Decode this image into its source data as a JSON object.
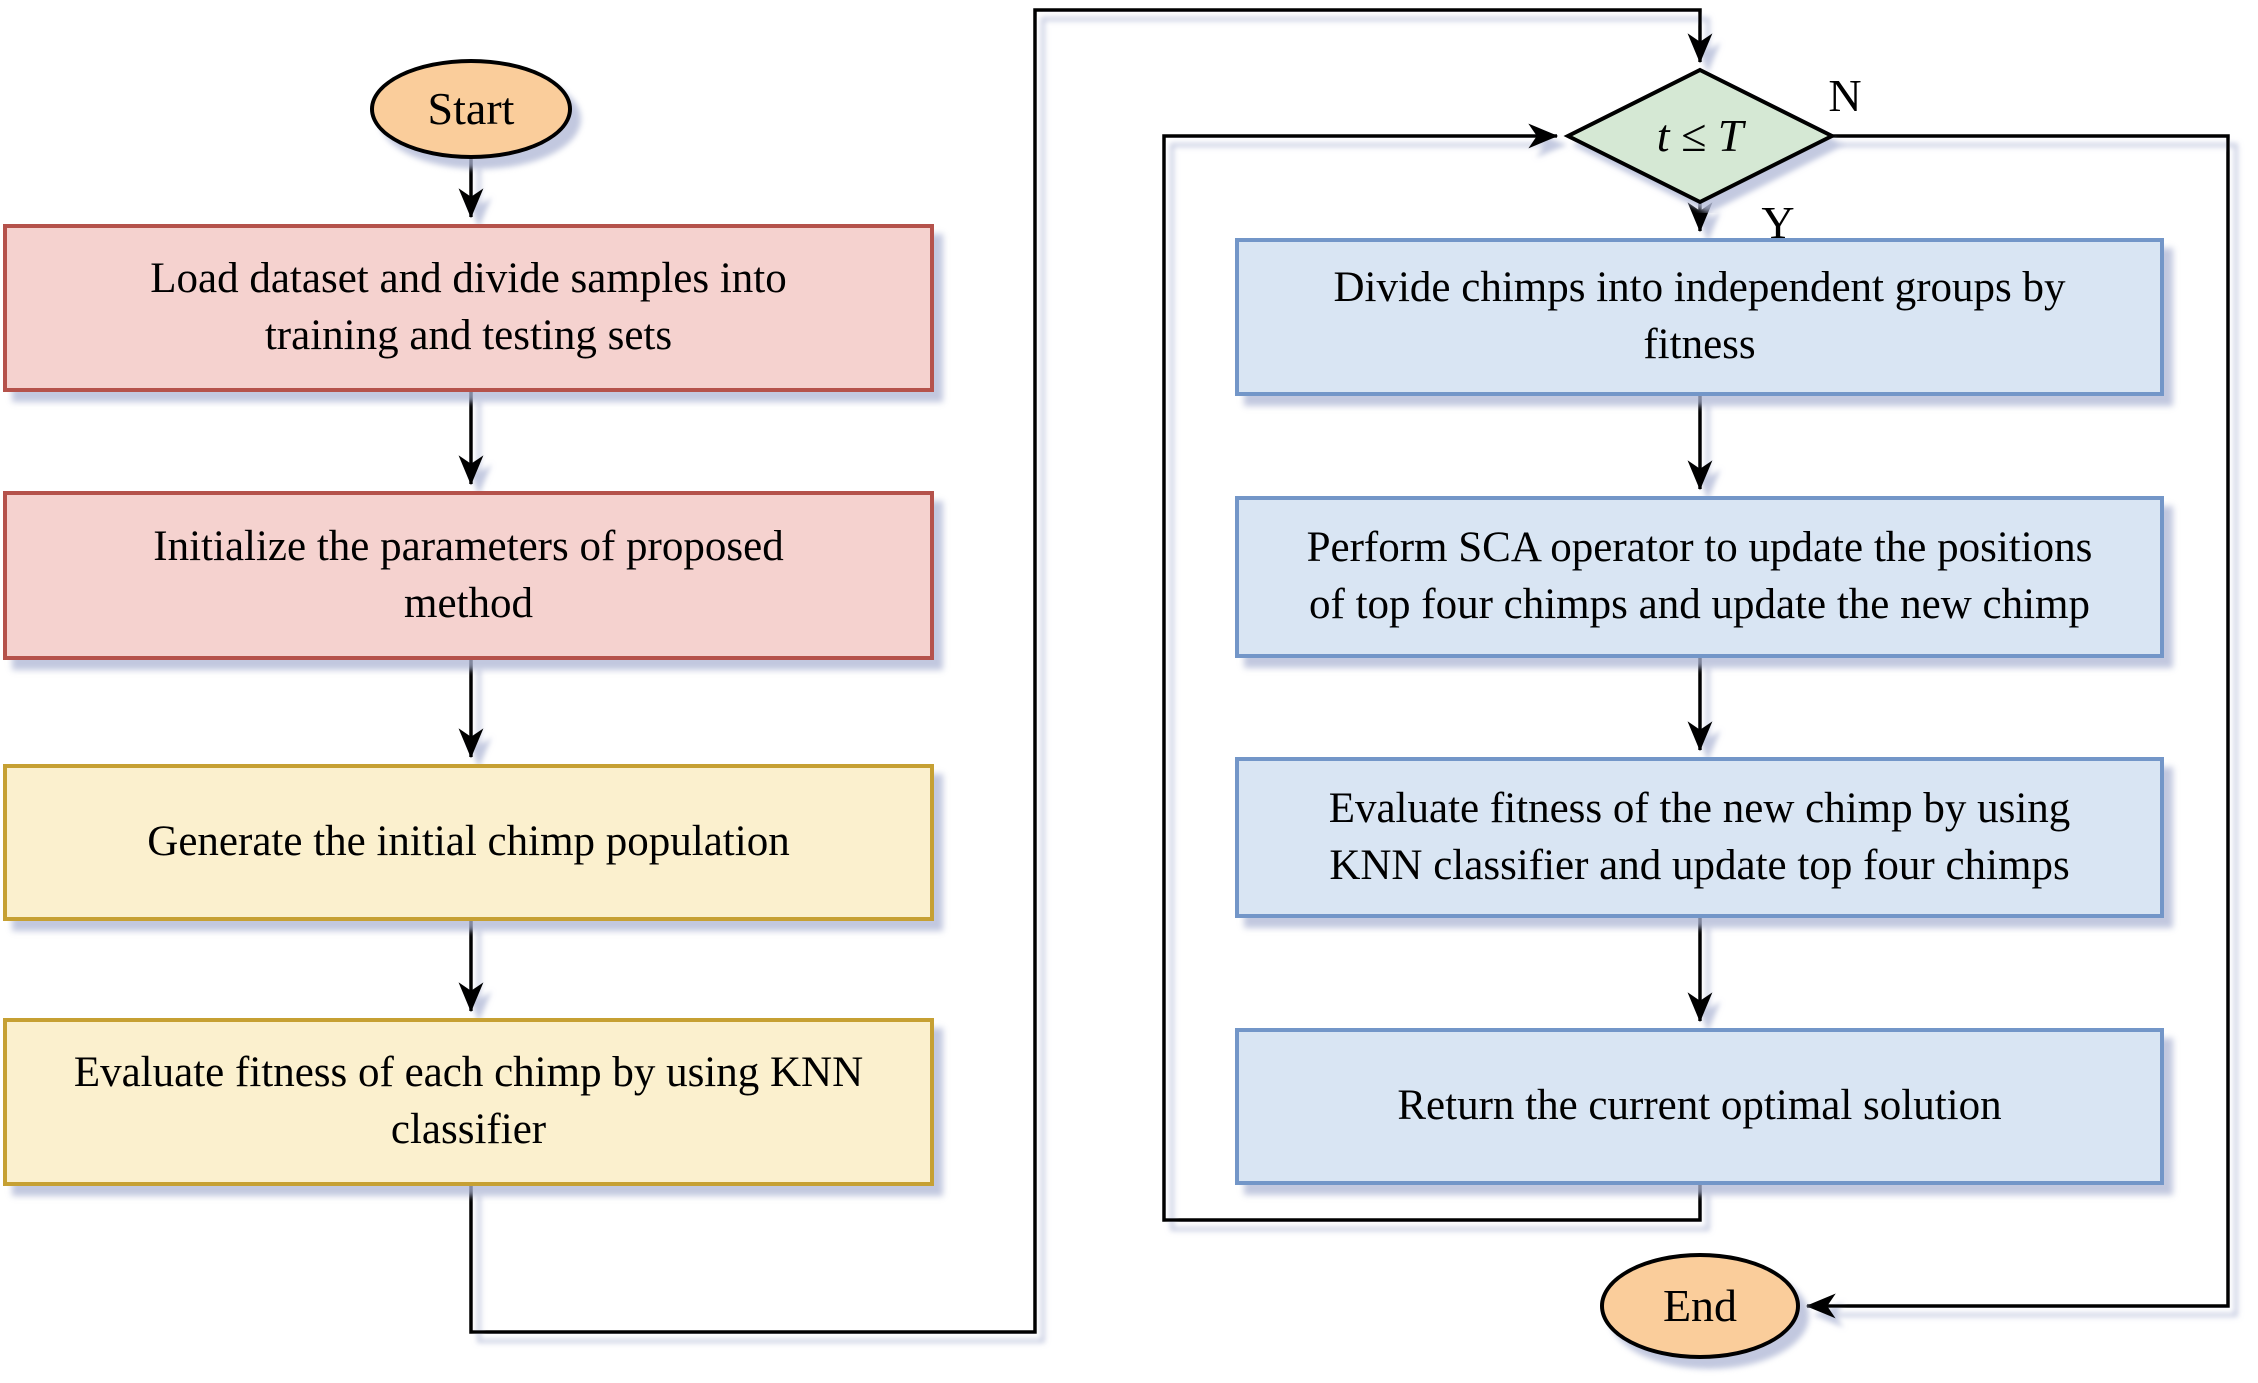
{
  "nodes": {
    "start": {
      "label": "Start"
    },
    "load": {
      "label": "Load dataset and divide samples into\ntraining and testing sets"
    },
    "init": {
      "label": "Initialize the parameters of  proposed\nmethod"
    },
    "generate": {
      "label": "Generate the initial chimp population"
    },
    "eval_knn": {
      "label": "Evaluate fitness of each chimp by using KNN\nclassifier"
    },
    "decision": {
      "label": "t ≤ T"
    },
    "divide": {
      "label": "Divide chimps into independent groups by\nfitness"
    },
    "sca": {
      "label": "Perform SCA operator to update the positions\nof top four chimps and update the new chimp"
    },
    "eval_new": {
      "label": "Evaluate fitness of the new chimp by using\nKNN classifier and update top four chimps"
    },
    "return": {
      "label": "Return the current optimal solution"
    },
    "end": {
      "label": "End"
    }
  },
  "branches": {
    "no": "N",
    "yes": "Y"
  },
  "colors": {
    "terminal_fill": "#FACD9B",
    "terminal_border": "#000000",
    "stage1_fill": "#F5D2CF",
    "stage1_border": "#B5524B",
    "stage2_fill": "#FBF0CE",
    "stage2_border": "#C6A033",
    "loop_fill": "#D9E5F3",
    "loop_border": "#7396C8",
    "decision_fill": "#D5E8D4",
    "decision_border": "#000000",
    "connector": "#000000",
    "background": "#FFFFFF"
  }
}
